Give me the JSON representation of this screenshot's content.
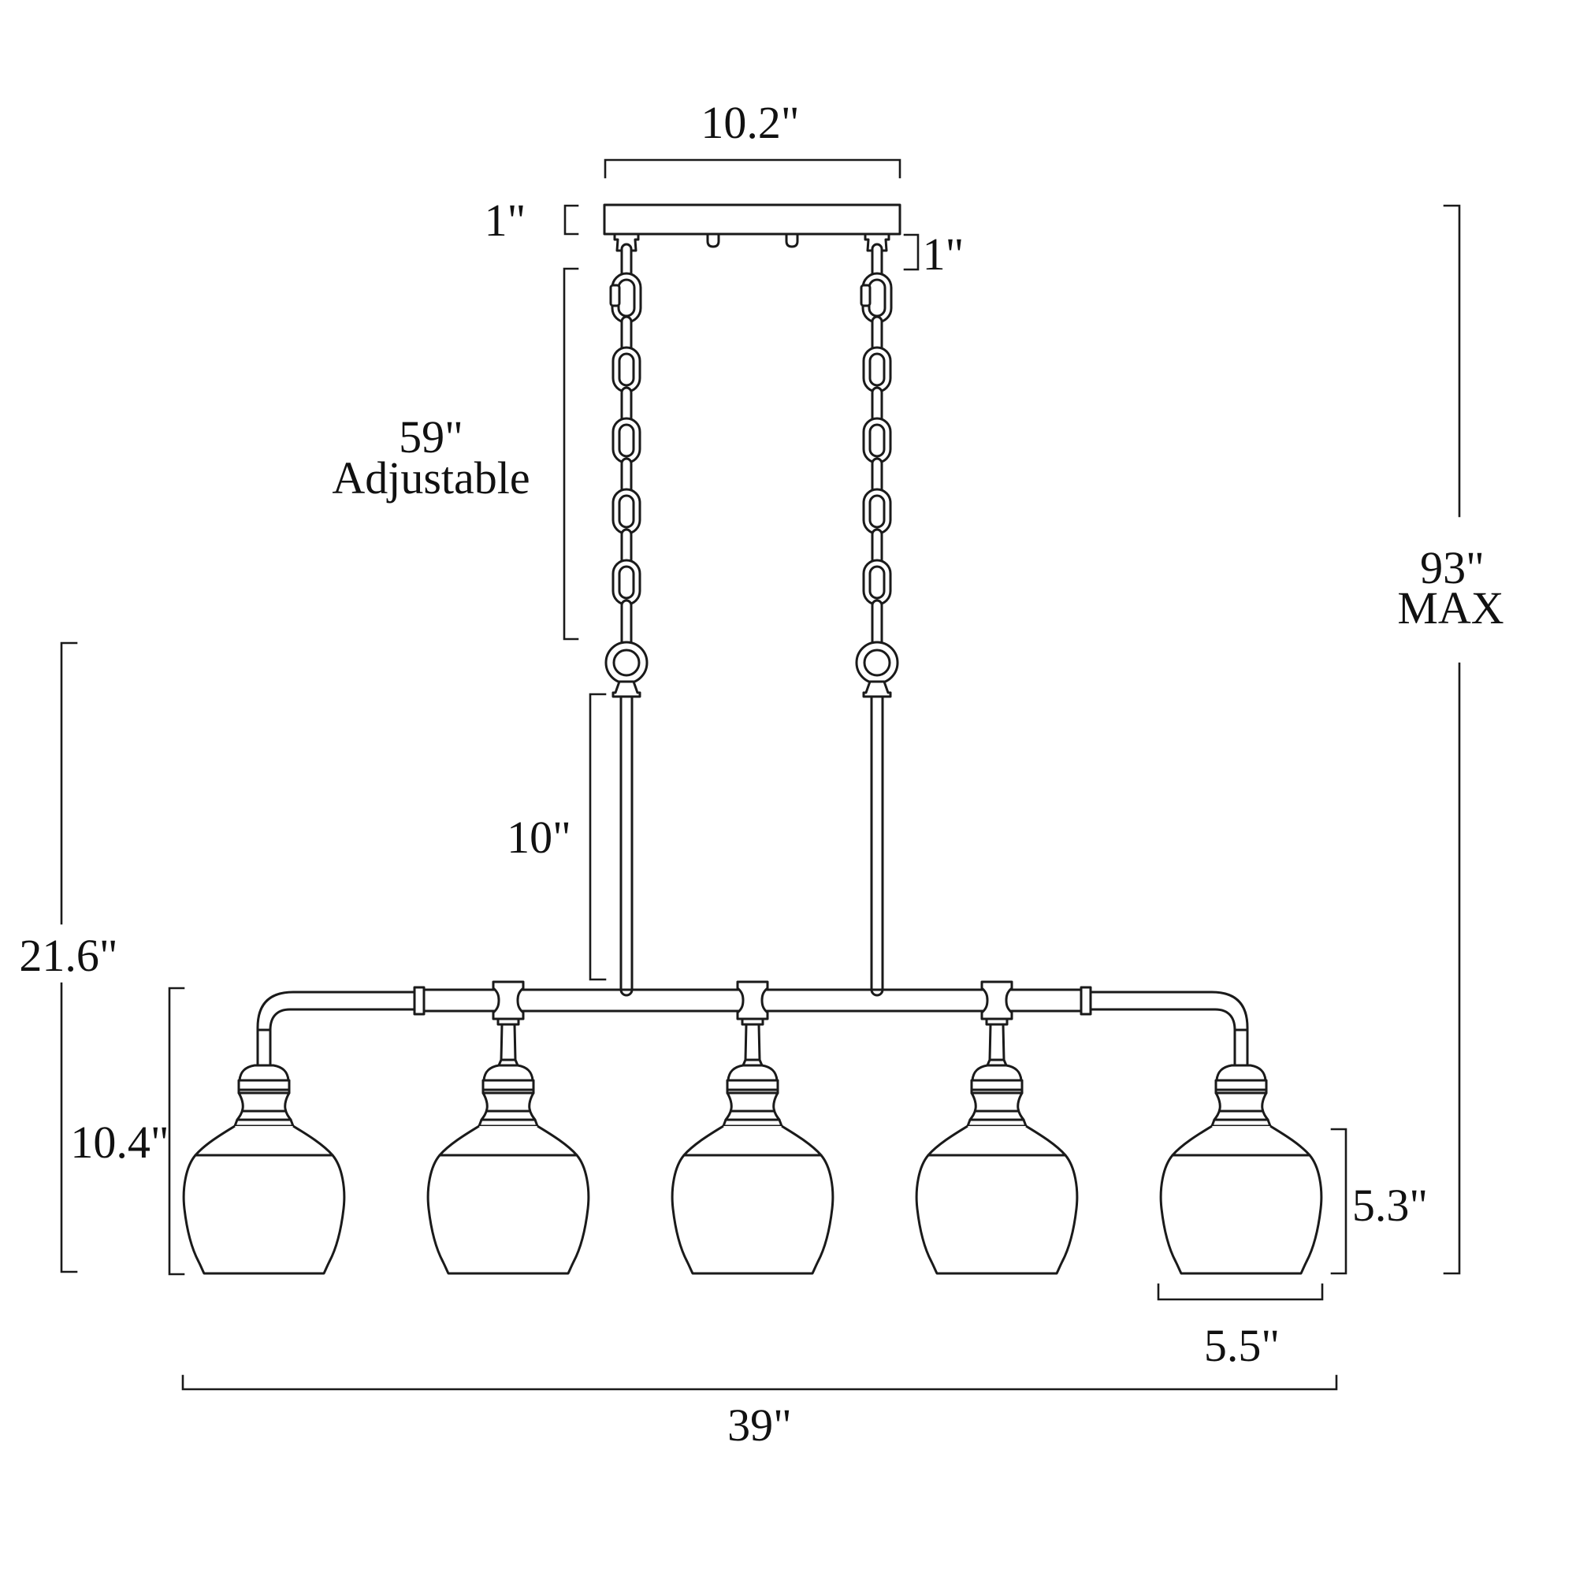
{
  "diagram": {
    "dimensions": {
      "canopy_width": "10.2\"",
      "canopy_thickness": "1\"",
      "hanger_height": "1\"",
      "chain_length": "59\"",
      "chain_note": "Adjustable",
      "rod_length": "10\"",
      "max_height": "93\"",
      "max_height_note": "MAX",
      "fixture_height": "21.6\"",
      "body_height": "10.4\"",
      "shade_glass_height": "5.3\"",
      "shade_width": "5.5\"",
      "fixture_width": "39\""
    },
    "colors": {
      "line": "#1a1a1a",
      "background": "#ffffff"
    }
  }
}
